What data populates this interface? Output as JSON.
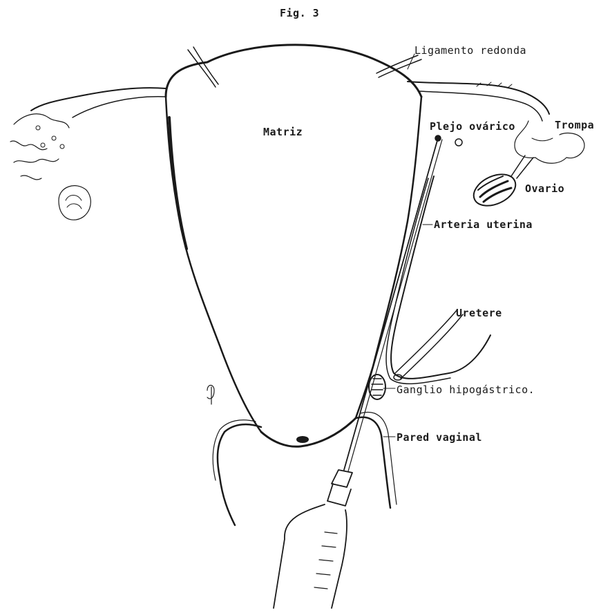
{
  "figure": {
    "title": "Fig. 3",
    "labels": {
      "ligamento": "Ligamento redonda",
      "matriz": "Matriz",
      "plejo": "Plejo ovárico",
      "trompa": "Trompa",
      "ovario": "Ovario",
      "arteria": "Arteria uterina",
      "uretere": "Uretere",
      "ganglio": "Ganglio hipogástrico.",
      "pared": "Pared vaginal"
    }
  }
}
